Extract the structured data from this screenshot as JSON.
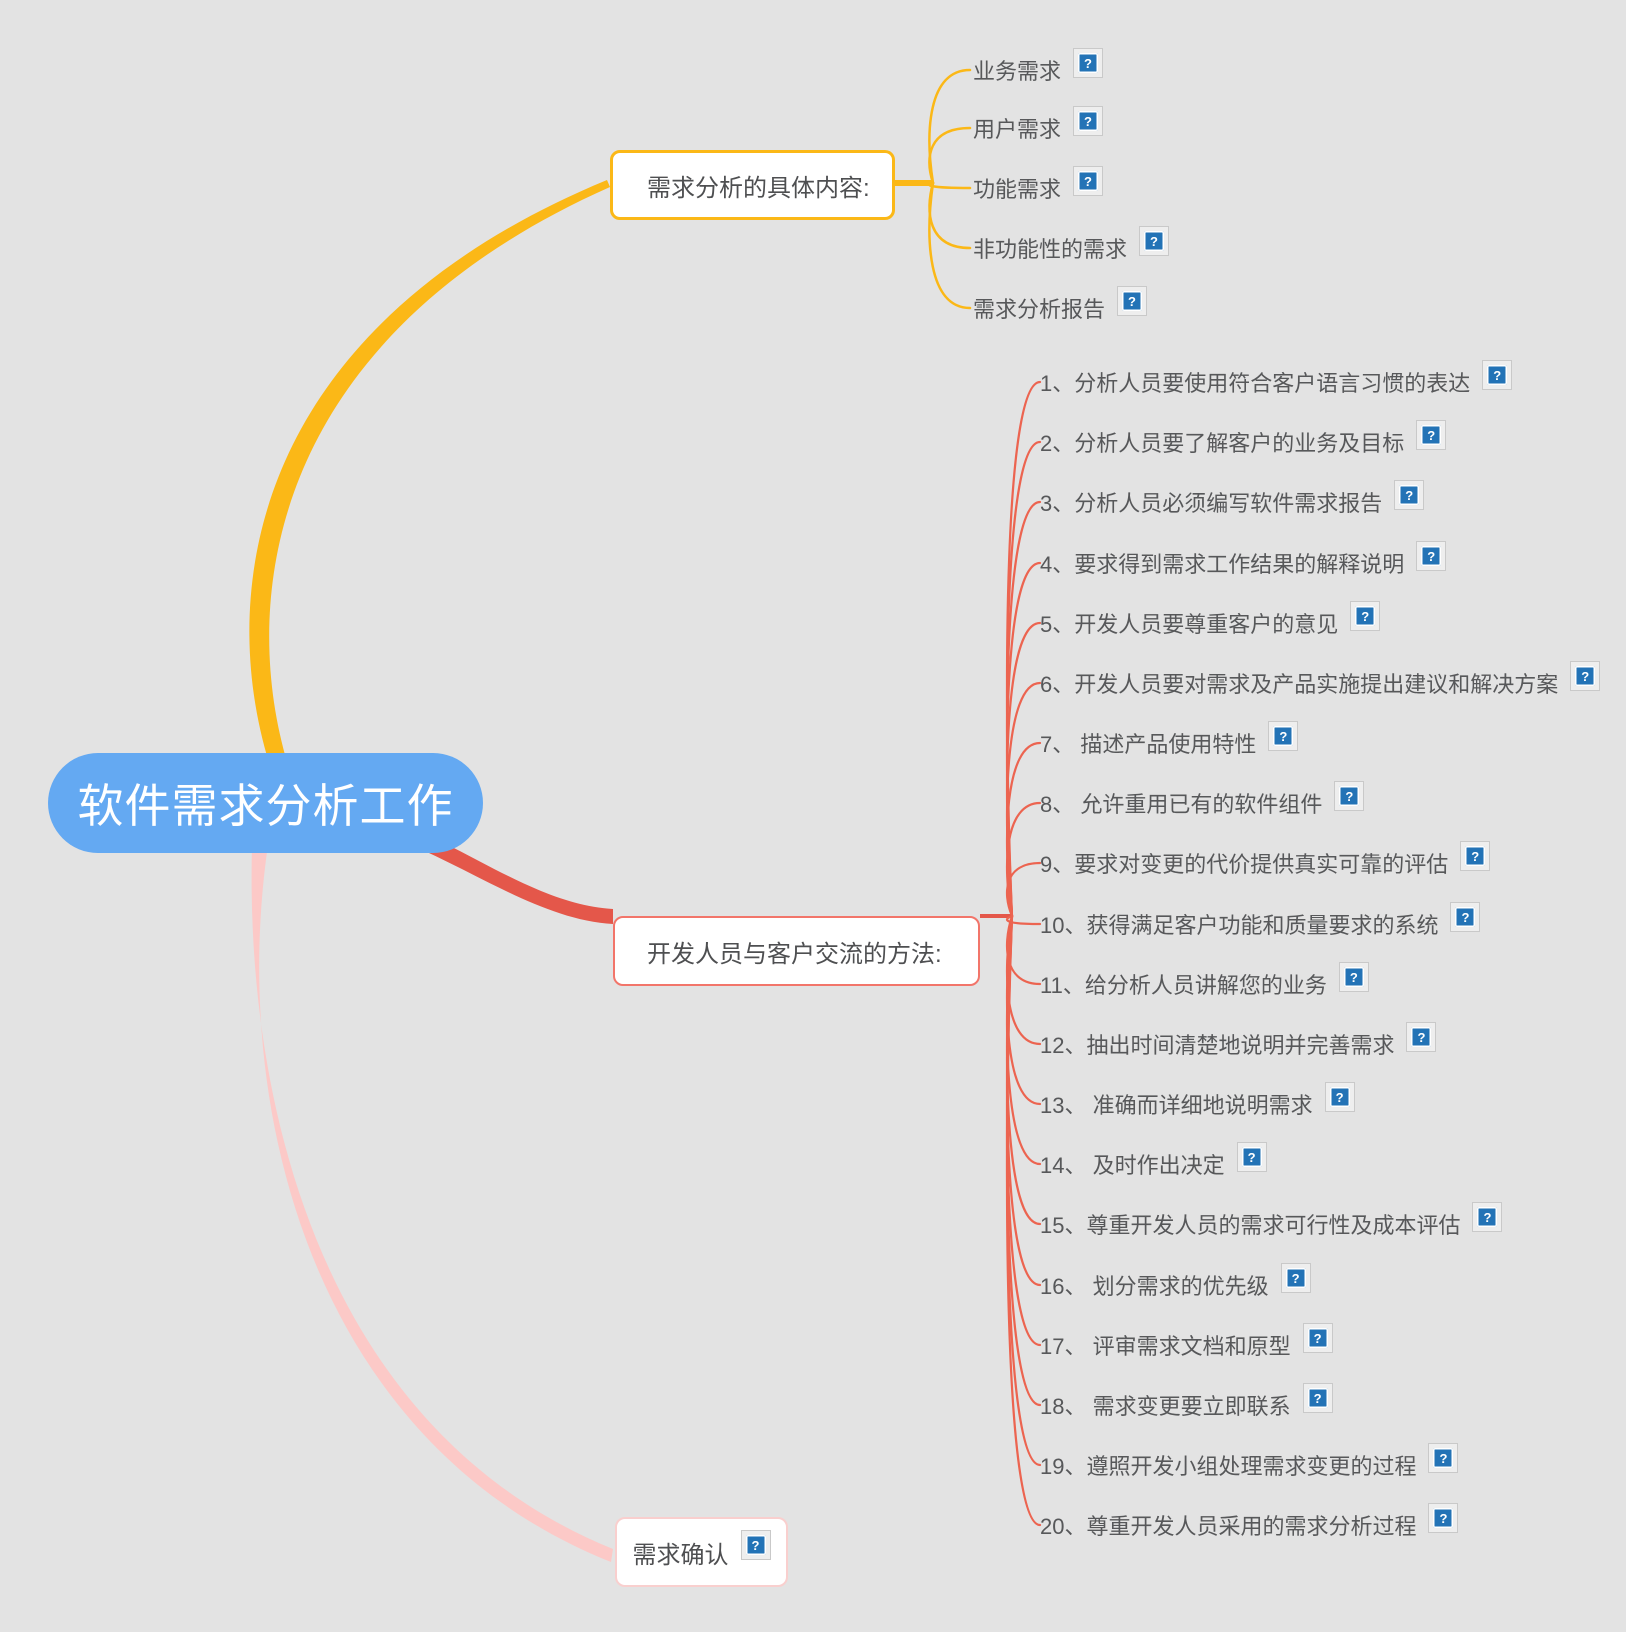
{
  "central": {
    "label": "软件需求分析工作"
  },
  "branches": {
    "analysis_content": {
      "label": "需求分析的具体内容:",
      "children": [
        {
          "label": "业务需求"
        },
        {
          "label": "用户需求"
        },
        {
          "label": "功能需求"
        },
        {
          "label": "非功能性的需求"
        },
        {
          "label": "需求分析报告"
        }
      ]
    },
    "communication_methods": {
      "label": "开发人员与客户交流的方法:",
      "children": [
        {
          "label": "1、分析人员要使用符合客户语言习惯的表达"
        },
        {
          "label": "2、分析人员要了解客户的业务及目标"
        },
        {
          "label": "3、分析人员必须编写软件需求报告"
        },
        {
          "label": "4、要求得到需求工作结果的解释说明"
        },
        {
          "label": "5、开发人员要尊重客户的意见"
        },
        {
          "label": "6、开发人员要对需求及产品实施提出建议和解决方案"
        },
        {
          "label": "7、 描述产品使用特性"
        },
        {
          "label": "8、 允许重用已有的软件组件"
        },
        {
          "label": "9、要求对变更的代价提供真实可靠的评估"
        },
        {
          "label": "10、获得满足客户功能和质量要求的系统"
        },
        {
          "label": "11、给分析人员讲解您的业务"
        },
        {
          "label": "12、抽出时间清楚地说明并完善需求"
        },
        {
          "label": "13、 准确而详细地说明需求"
        },
        {
          "label": "14、 及时作出决定"
        },
        {
          "label": "15、尊重开发人员的需求可行性及成本评估"
        },
        {
          "label": "16、 划分需求的优先级"
        },
        {
          "label": "17、 评审需求文档和原型"
        },
        {
          "label": "18、 需求变更要立即联系"
        },
        {
          "label": "19、遵照开发小组处理需求变更的过程"
        },
        {
          "label": "20、尊重开发人员采用的需求分析过程"
        }
      ]
    },
    "requirement_confirm": {
      "label": "需求确认"
    }
  },
  "icons": {
    "glyph": "?"
  },
  "colors": {
    "background": "#e3e3e3",
    "central_node": "#64a9f2",
    "branch_yellow": "#fbb817",
    "branch_red": "#e4574a",
    "fan_red": "#ec6450",
    "branch_pink": "#fcc9c7",
    "icon_blue": "#2373b6",
    "text": "#57585a"
  }
}
